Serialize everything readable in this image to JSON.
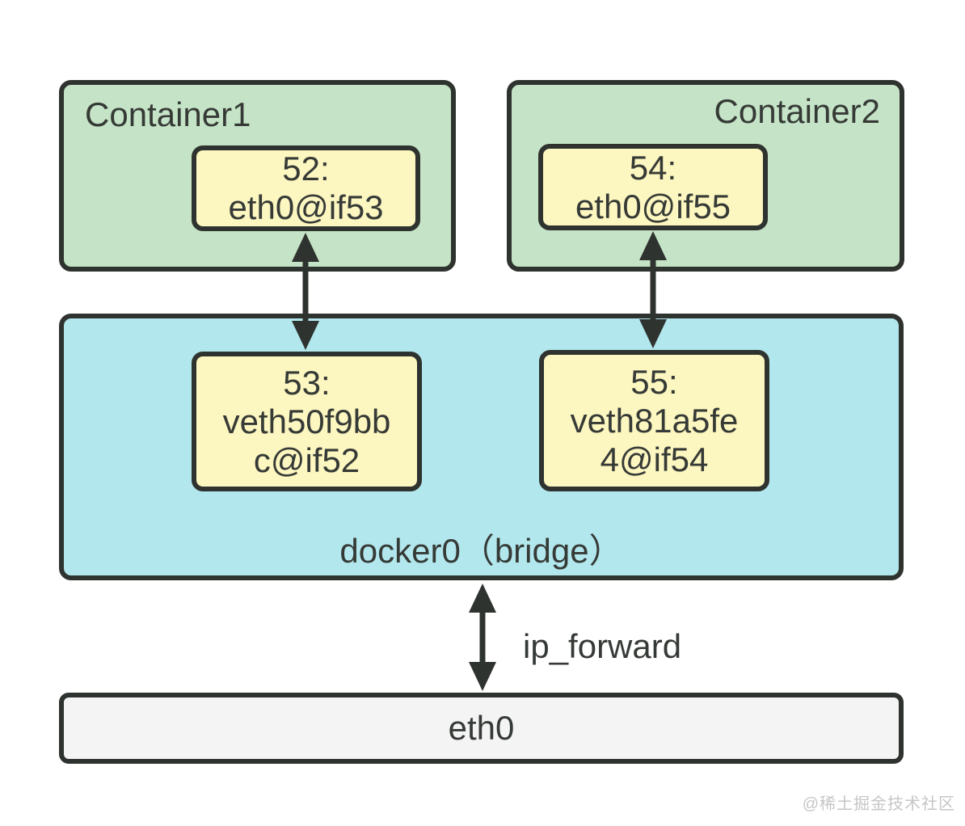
{
  "title": "docker bridge network diagram",
  "colors": {
    "container_fill": "#c5e3c6",
    "bridge_fill": "#b2e7ee",
    "node_fill": "#fcf6c0",
    "host_fill": "#f4f4f4",
    "border": "#2f332f",
    "text": "#363a36",
    "watermark": "#c6c6c6"
  },
  "containers": [
    {
      "label": "Container1",
      "iface_lines": [
        "52:",
        "eth0@if53"
      ]
    },
    {
      "label": "Container2",
      "iface_lines": [
        "54:",
        "eth0@if55"
      ]
    }
  ],
  "bridge": {
    "label": "docker0（bridge）",
    "ifaces": [
      {
        "lines": [
          "53:",
          "veth50f9bb",
          "c@if52"
        ]
      },
      {
        "lines": [
          "55:",
          "veth81a5fe",
          "4@if54"
        ]
      }
    ]
  },
  "ip_forward_label": "ip_forward",
  "host_iface_label": "eth0",
  "watermark": "@稀土掘金技术社区"
}
